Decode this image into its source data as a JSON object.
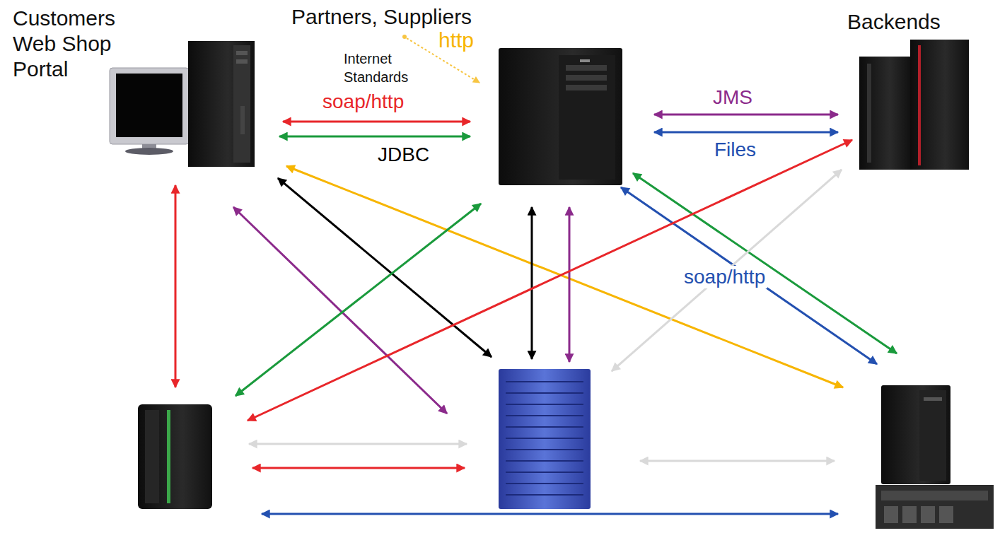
{
  "diagram": {
    "nodes": [
      {
        "text": [
          "Customers Web Shop Portal"
        ]
      },
      {
        "text": [
          "Partners, Suppliers"
        ]
      },
      {
        "text": [
          "Backends"
        ]
      },
      {
        "text": []
      },
      {
        "text": []
      },
      {
        "text": []
      }
    ],
    "edges": [
      {
        "from": 0,
        "to": 1,
        "arrow": "both",
        "label": "soap/http"
      },
      {
        "from": 0,
        "to": 1,
        "arrow": "both",
        "label": "JDBC"
      },
      {
        "from": 1,
        "to": 2,
        "arrow": "both",
        "label": "JMS"
      },
      {
        "from": 1,
        "to": 2,
        "arrow": "both",
        "label": "Files"
      },
      {
        "from": 0,
        "to": 3,
        "arrow": "both"
      },
      {
        "from": 0,
        "to": 4,
        "arrow": "both"
      },
      {
        "from": 0,
        "to": 4,
        "arrow": "both"
      },
      {
        "from": 0,
        "to": 5,
        "arrow": "both"
      },
      {
        "from": 1,
        "to": 3,
        "arrow": "both"
      },
      {
        "from": 1,
        "to": 4,
        "arrow": "both"
      },
      {
        "from": 1,
        "to": 4,
        "arrow": "both"
      },
      {
        "from": 1,
        "to": 5,
        "arrow": "both"
      },
      {
        "from": 1,
        "to": 5,
        "arrow": "both",
        "label": "soap/http"
      },
      {
        "from": 2,
        "to": 3,
        "arrow": "both"
      },
      {
        "from": 2,
        "to": 4,
        "arrow": "both"
      },
      {
        "from": 3,
        "to": 4,
        "arrow": "both"
      },
      {
        "from": 3,
        "to": 4,
        "arrow": "both"
      },
      {
        "from": 4,
        "to": 5,
        "arrow": "both"
      },
      {
        "from": 3,
        "to": 5,
        "arrow": "both"
      }
    ],
    "labels": [
      "http",
      "Internet Standards"
    ]
  }
}
